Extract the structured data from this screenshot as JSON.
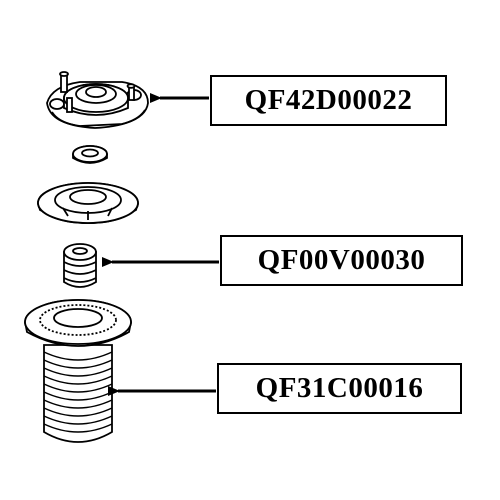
{
  "labels": {
    "strut_mount": "QF42D00022",
    "bump_stop": "QF00V00030",
    "dust_boot": "QF31C00016"
  },
  "colors": {
    "line": "#000000",
    "fill": "#ffffff",
    "shade": "#d9d9d9"
  }
}
